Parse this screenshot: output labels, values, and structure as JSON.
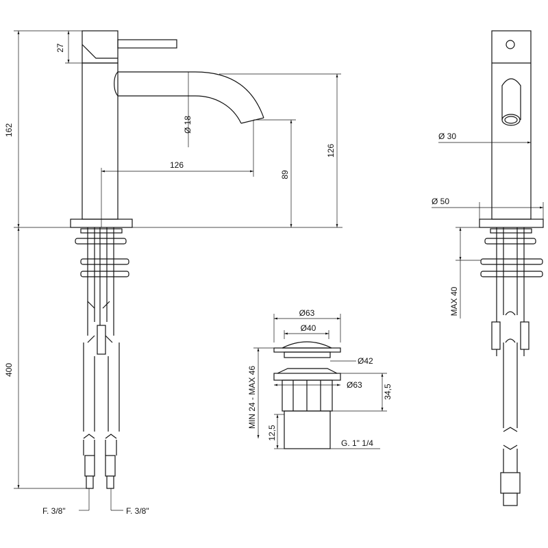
{
  "front_view": {
    "handle_height": "27",
    "total_height": "162",
    "spout_diameter": "Ø  18",
    "spout_reach": "126",
    "spout_outlet_height": "89",
    "spout_top_height": "126",
    "hose_length": "400",
    "connector_left": "F. 3/8\"",
    "connector_right": "F. 3/8\""
  },
  "side_view": {
    "body_diameter": "Ø   30",
    "base_diameter": "Ø   50",
    "max_deck_thickness": "MAX 40"
  },
  "drain": {
    "top_diameter": "Ø63",
    "cap_diameter": "Ø40",
    "hole_diameter": "Ø42",
    "flange_diameter": "Ø63",
    "body_height": "34,5",
    "adjustment_range": "MIN 24 - MAX 46",
    "thread_length": "12,5",
    "thread_size": "G. 1\" 1/4"
  }
}
